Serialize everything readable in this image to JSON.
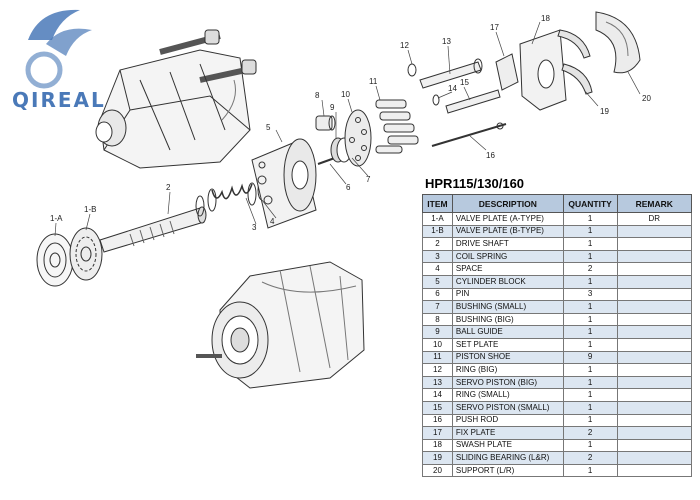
{
  "logo": {
    "text": "QIREAL"
  },
  "table": {
    "title": "HPR115/130/160",
    "headers": {
      "item": "ITEM",
      "description": "DESCRIPTION",
      "quantity": "QUANTITY",
      "remark": "REMARK"
    },
    "rows": [
      {
        "item": "1-A",
        "description": "VALVE PLATE (A-TYPE)",
        "quantity": "1",
        "remark": "DR"
      },
      {
        "item": "1-B",
        "description": "VALVE PLATE (B-TYPE)",
        "quantity": "1",
        "remark": ""
      },
      {
        "item": "2",
        "description": "DRIVE SHAFT",
        "quantity": "1",
        "remark": ""
      },
      {
        "item": "3",
        "description": "COIL SPRING",
        "quantity": "1",
        "remark": ""
      },
      {
        "item": "4",
        "description": "SPACE",
        "quantity": "2",
        "remark": ""
      },
      {
        "item": "5",
        "description": "CYLINDER BLOCK",
        "quantity": "1",
        "remark": ""
      },
      {
        "item": "6",
        "description": "PIN",
        "quantity": "3",
        "remark": ""
      },
      {
        "item": "7",
        "description": "BUSHING (SMALL)",
        "quantity": "1",
        "remark": ""
      },
      {
        "item": "8",
        "description": "BUSHING (BIG)",
        "quantity": "1",
        "remark": ""
      },
      {
        "item": "9",
        "description": "BALL GUIDE",
        "quantity": "1",
        "remark": ""
      },
      {
        "item": "10",
        "description": "SET PLATE",
        "quantity": "1",
        "remark": ""
      },
      {
        "item": "11",
        "description": "PISTON SHOE",
        "quantity": "9",
        "remark": ""
      },
      {
        "item": "12",
        "description": "RING (BIG)",
        "quantity": "1",
        "remark": ""
      },
      {
        "item": "13",
        "description": "SERVO PISTON (BIG)",
        "quantity": "1",
        "remark": ""
      },
      {
        "item": "14",
        "description": "RING (SMALL)",
        "quantity": "1",
        "remark": ""
      },
      {
        "item": "15",
        "description": "SERVO PISTON (SMALL)",
        "quantity": "1",
        "remark": ""
      },
      {
        "item": "16",
        "description": "PUSH ROD",
        "quantity": "1",
        "remark": ""
      },
      {
        "item": "17",
        "description": "FIX PLATE",
        "quantity": "2",
        "remark": ""
      },
      {
        "item": "18",
        "description": "SWASH PLATE",
        "quantity": "1",
        "remark": ""
      },
      {
        "item": "19",
        "description": "SLIDING BEARING (L&R)",
        "quantity": "2",
        "remark": ""
      },
      {
        "item": "20",
        "description": "SUPPORT (L/R)",
        "quantity": "1",
        "remark": ""
      }
    ]
  },
  "callouts": [
    "1-A",
    "1-B",
    "2",
    "3",
    "4",
    "5",
    "6",
    "7",
    "8",
    "9",
    "10",
    "11",
    "12",
    "13",
    "14",
    "15",
    "16",
    "17",
    "18",
    "19",
    "20"
  ],
  "colors": {
    "logo": "#4a79b8",
    "header_bg": "#b7c9de",
    "row_alt": "#dce6f1",
    "line": "#333333"
  }
}
